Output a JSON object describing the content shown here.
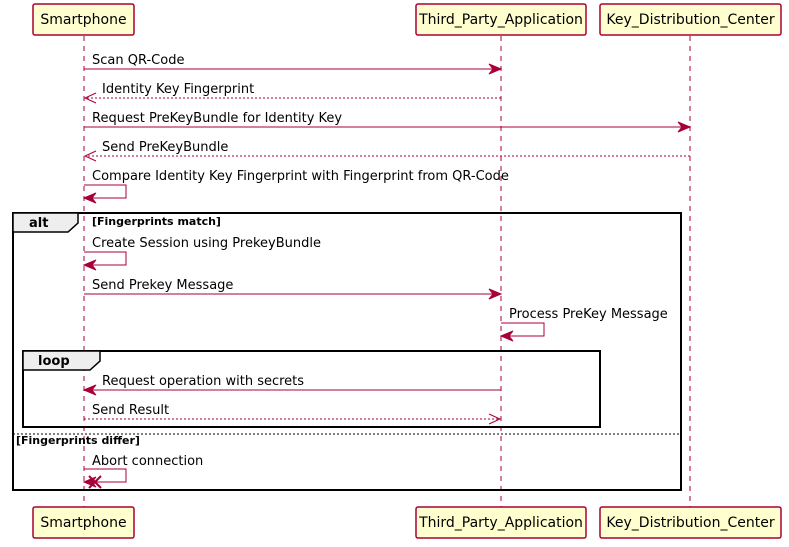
{
  "participants": [
    {
      "id": "smartphone",
      "label": "Smartphone"
    },
    {
      "id": "third_party",
      "label": "Third_Party_Application"
    },
    {
      "id": "kdc",
      "label": "Key_Distribution_Center"
    }
  ],
  "messages": [
    {
      "from": "smartphone",
      "to": "third_party",
      "label": "Scan QR-Code",
      "style": "solid"
    },
    {
      "from": "third_party",
      "to": "smartphone",
      "label": "Identity Key Fingerprint",
      "style": "dashed"
    },
    {
      "from": "smartphone",
      "to": "kdc",
      "label": "Request PreKeyBundle for Identity Key",
      "style": "solid"
    },
    {
      "from": "kdc",
      "to": "smartphone",
      "label": "Send PreKeyBundle",
      "style": "dashed"
    },
    {
      "from": "smartphone",
      "to": "smartphone",
      "label": "Compare Identity Key Fingerprint with Fingerprint from QR-Code",
      "style": "solid"
    },
    {
      "from": "smartphone",
      "to": "smartphone",
      "label": "Create Session using PrekeyBundle",
      "style": "solid"
    },
    {
      "from": "smartphone",
      "to": "third_party",
      "label": "Send Prekey Message",
      "style": "solid"
    },
    {
      "from": "third_party",
      "to": "third_party",
      "label": "Process PreKey Message",
      "style": "solid"
    },
    {
      "from": "third_party",
      "to": "smartphone",
      "label": "Request operation with secrets",
      "style": "solid"
    },
    {
      "from": "smartphone",
      "to": "third_party",
      "label": "Send Result",
      "style": "dashed"
    },
    {
      "from": "smartphone",
      "to": "smartphone",
      "label": "Abort connection",
      "style": "solid",
      "destroy": true
    }
  ],
  "frames": {
    "alt": {
      "keyword": "alt",
      "guard": "[Fingerprints match]",
      "else_guard": "[Fingerprints differ]"
    },
    "loop": {
      "keyword": "loop"
    }
  },
  "colors": {
    "participant_fill": "#FEFECE",
    "line": "#A80036",
    "frame_tab": "#EEEEEE"
  }
}
